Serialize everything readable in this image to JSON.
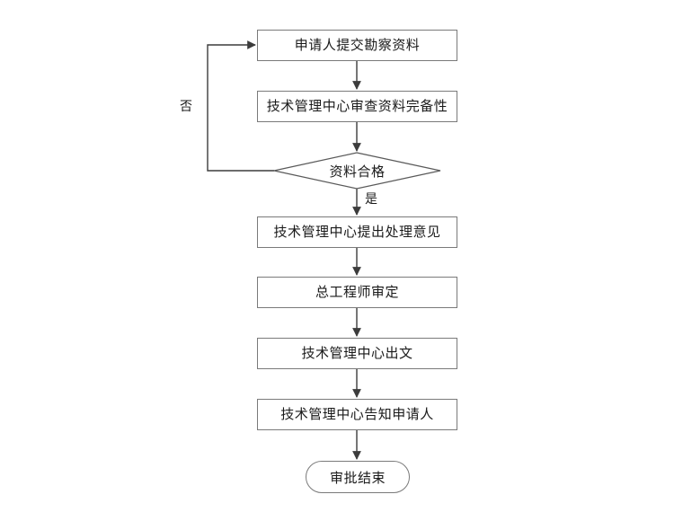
{
  "diagram": {
    "type": "flowchart",
    "orientation": "top-to-bottom",
    "title": "",
    "nodes": [
      {
        "id": "n1",
        "shape": "process",
        "label": "申请人提交勘察资料"
      },
      {
        "id": "n2",
        "shape": "process",
        "label": "技术管理中心审查资料完备性"
      },
      {
        "id": "n3",
        "shape": "decision",
        "label": "资料合格"
      },
      {
        "id": "n4",
        "shape": "process",
        "label": "技术管理中心提出处理意见"
      },
      {
        "id": "n5",
        "shape": "process",
        "label": "总工程师审定"
      },
      {
        "id": "n6",
        "shape": "process",
        "label": "技术管理中心出文"
      },
      {
        "id": "n7",
        "shape": "process",
        "label": "技术管理中心告知申请人"
      },
      {
        "id": "n8",
        "shape": "terminator",
        "label": "审批结束"
      }
    ],
    "edges": [
      {
        "from": "n1",
        "to": "n2",
        "label": ""
      },
      {
        "from": "n2",
        "to": "n3",
        "label": ""
      },
      {
        "from": "n3",
        "to": "n4",
        "label": "是"
      },
      {
        "from": "n3",
        "to": "n1",
        "label": "否"
      },
      {
        "from": "n4",
        "to": "n5",
        "label": ""
      },
      {
        "from": "n5",
        "to": "n6",
        "label": ""
      },
      {
        "from": "n6",
        "to": "n7",
        "label": ""
      },
      {
        "from": "n7",
        "to": "n8",
        "label": ""
      }
    ],
    "labels": {
      "no_branch": "否",
      "yes_branch": "是"
    },
    "colors": {
      "stroke": "#7a7a7a",
      "connector": "#3c3c3c",
      "text": "#1a1a1a",
      "background": "#ffffff"
    }
  }
}
